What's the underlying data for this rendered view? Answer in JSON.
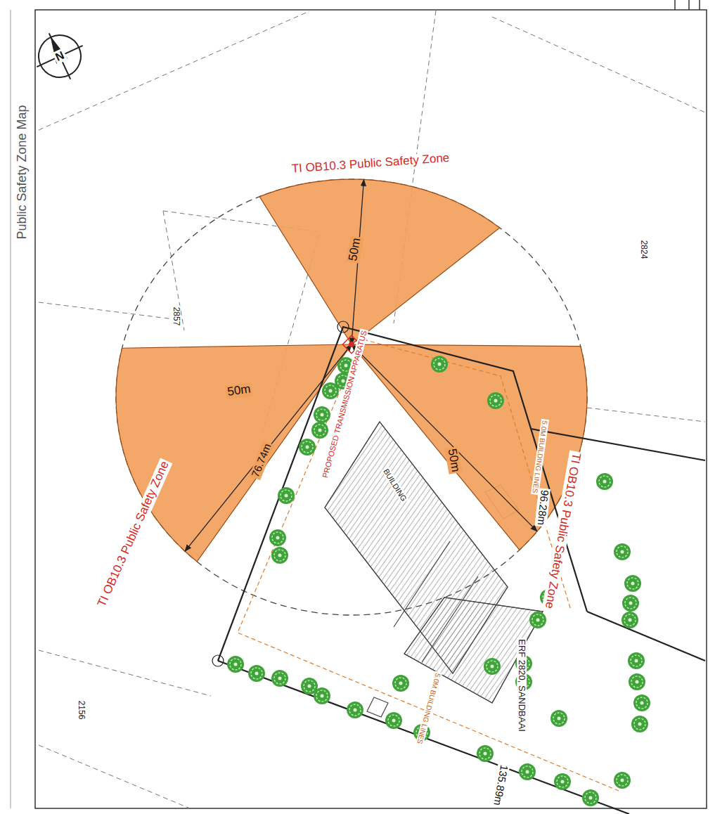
{
  "diagram": {
    "title": "Public Safety Zone Map",
    "labels": [
      "TI OB10.3 Public Safety Zone",
      "TI OB10.3 Public Safety Zone",
      "TI OB10.3 Public Safety Zone",
      "50m",
      "50m",
      "50m",
      "76.74m",
      "96.28m",
      "135.89m",
      "2824",
      "2857",
      "2156",
      "ERF 2820, SANDBAAI",
      "PROPOSED TRANSMISSION APPARATUS",
      "BUILDING",
      "5.0M BUILDING LINES",
      "5.0M BUILDING LINES",
      "N"
    ]
  }
}
